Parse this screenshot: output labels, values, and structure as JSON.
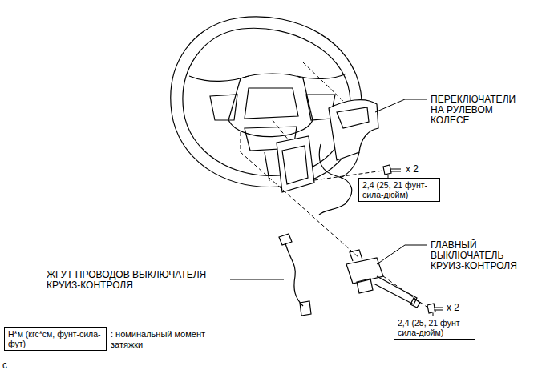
{
  "diagram": {
    "nodes": [
      {
        "text": [
          "2,4 (25, 21 фунт-сила-дюйм)"
        ]
      },
      {
        "text": [
          "2,4 (25, 21 фунт-сила-дюйм)"
        ]
      },
      {
        "text": [
          "Н*м (кгс*см, фунт-сила-фут)",
          ": номинальный момент затяжки"
        ]
      }
    ],
    "labels": [
      "ПЕРЕКЛЮЧАТЕЛИ НА РУЛЕВОМ КОЛЕСЕ",
      "x 2",
      "ГЛАВНЫЙ ВЫКЛЮЧАТЕЛЬ КРУИЗ-КОНТРОЛЯ",
      "x 2",
      "ЖГУТ ПРОВОДОВ ВЫКЛЮЧАТЕЛЯ КРУИЗ-КОНТРОЛЯ",
      "c"
    ]
  }
}
